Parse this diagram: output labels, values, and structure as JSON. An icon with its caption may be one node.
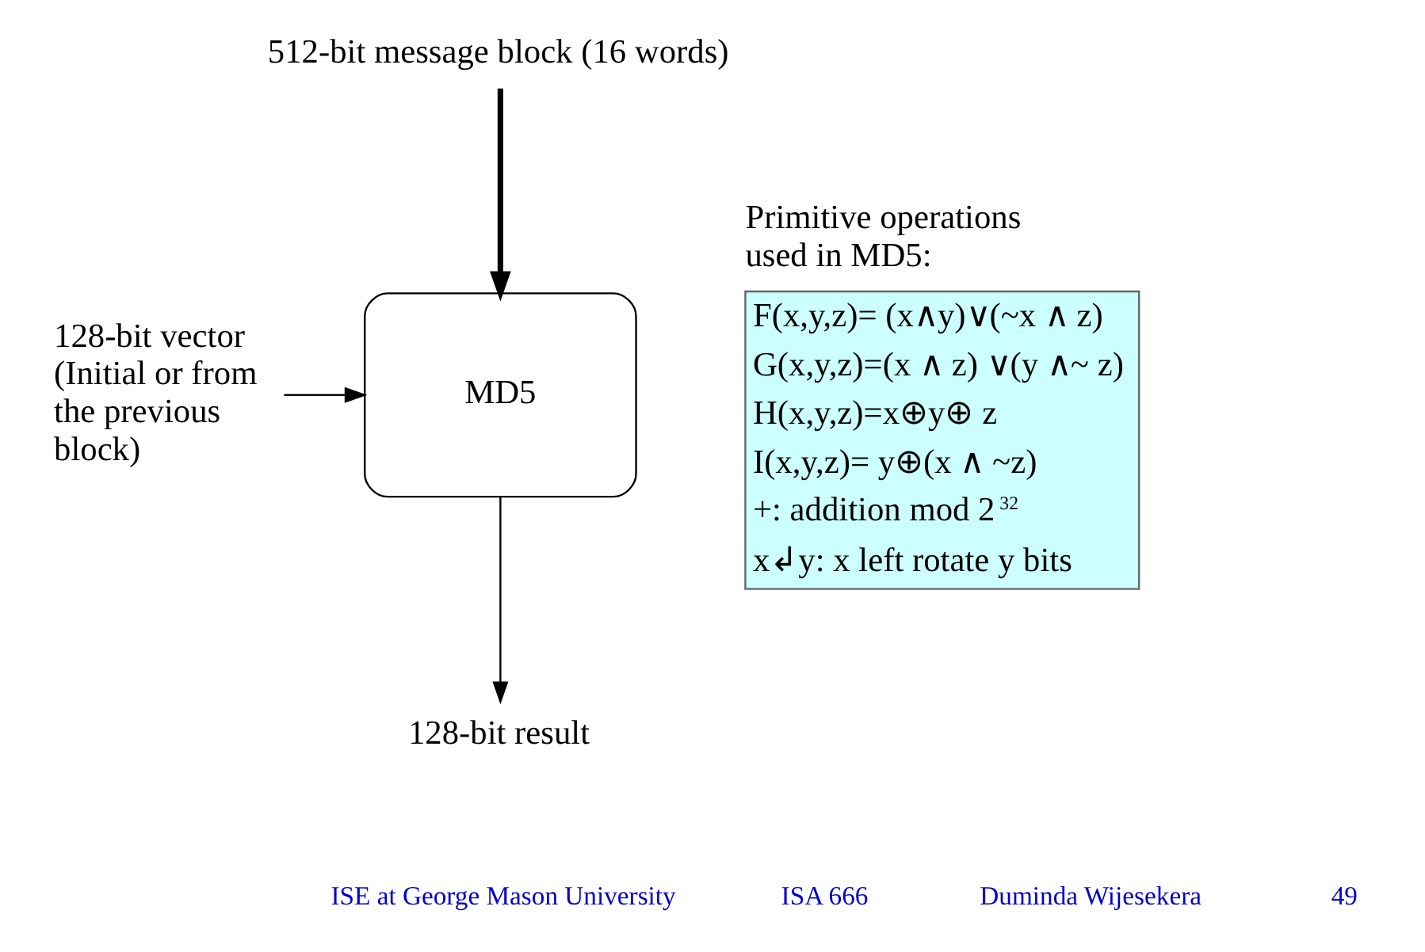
{
  "diagram": {
    "nodes": [
      {
        "text": [
          "512-bit message block (16 words)"
        ]
      },
      {
        "text": [
          "128-bit vector (Initial or from the previous block)"
        ]
      },
      {
        "text": [
          "MD5"
        ]
      },
      {
        "text": [
          "128-bit result"
        ]
      },
      {
        "text": [
          "Primitive operations used in MD5:",
          "F(x,y,z)= (x∧y)∨(~x ∧ z)",
          "G(x,y,z)=(x ∧ z) ∨(y ∧~ z)",
          "H(x,y,z)=x⊕y⊕ z",
          "I(x,y,z)= y⊕(x ∧ ~z)",
          "+: addition mod 2$^{32}$",
          "x↲y: x left rotate y bits"
        ]
      }
    ],
    "edges": [
      {
        "from": 0,
        "to": 2,
        "arrow": "to",
        "style": "thick"
      },
      {
        "from": 1,
        "to": 2,
        "arrow": "to"
      },
      {
        "from": 2,
        "to": 3,
        "arrow": "to"
      }
    ],
    "labels": [
      "ISE at George Mason University",
      "ISA 666",
      "Duminda Wijesekera",
      "49"
    ]
  }
}
